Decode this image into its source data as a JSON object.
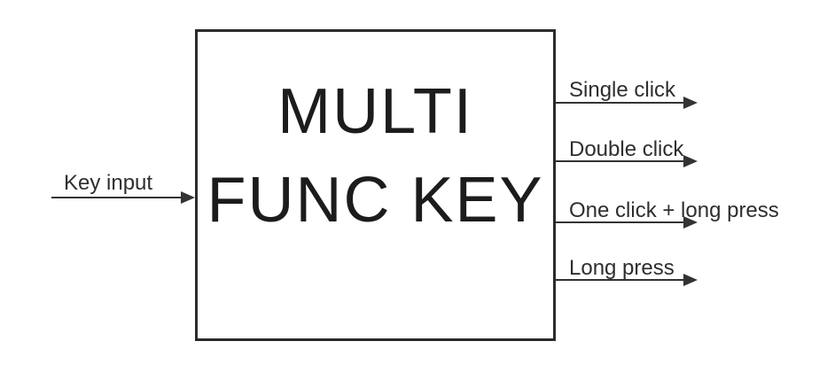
{
  "diagram": {
    "block": {
      "title_line1": "MULTI",
      "title_line2": "FUNC KEY"
    },
    "input": {
      "label": "Key input"
    },
    "outputs": [
      {
        "label": "Single click"
      },
      {
        "label": "Double click"
      },
      {
        "label": "One click + long press"
      },
      {
        "label": "Long press"
      }
    ],
    "colors": {
      "background": "#ffffff",
      "line": "#333333",
      "border": "#2b2b2b",
      "block_text": "#1c1c1c",
      "label_text": "#2e2e2e"
    }
  }
}
